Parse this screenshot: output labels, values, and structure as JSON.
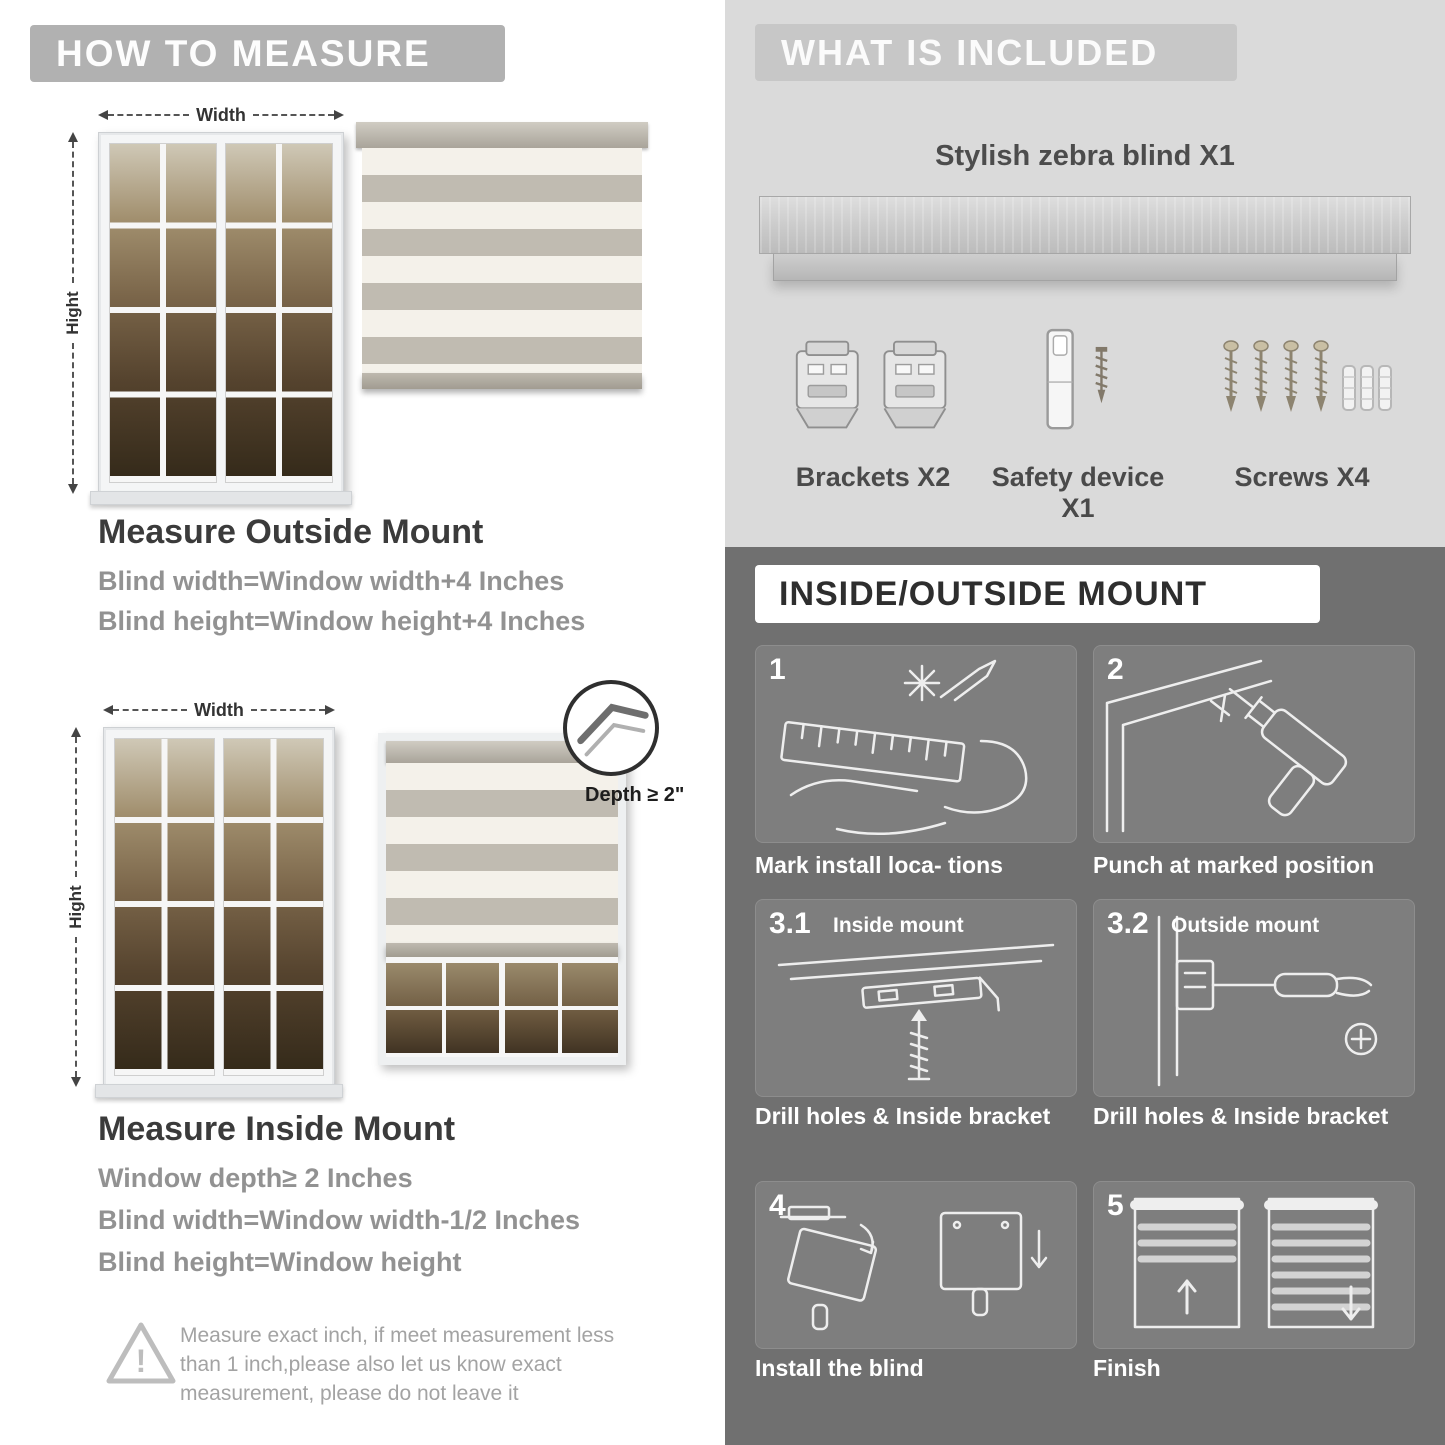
{
  "colors": {
    "header_gray": "#b1b1b1",
    "included_bg": "#dadada",
    "included_header_bg": "#c7c7c7",
    "mount_bg": "#707070",
    "panel_bg": "#7e7e7e",
    "heading_text": "#3b3b3b",
    "muted_text": "#929292"
  },
  "icons": {
    "warning_icon": "triangle-exclamation",
    "arrow_icons": "double-headed-measure-arrows"
  },
  "left": {
    "header": "HOW TO MEASURE",
    "outside": {
      "width_label": "Width",
      "height_label": "Hight",
      "title": "Measure Outside Mount",
      "lines": [
        "Blind width=Window width+4 Inches",
        "Blind height=Window height+4 Inches"
      ]
    },
    "inside": {
      "width_label": "Width",
      "height_label": "Hight",
      "depth_label": "Depth ≥ 2\"",
      "title": "Measure Inside Mount",
      "lines": [
        "Window depth≥ 2 Inches",
        "Blind width=Window width-1/2 Inches",
        "Blind height=Window height"
      ]
    },
    "warning": {
      "icon_glyph": "!",
      "text": "Measure exact inch, if meet measurement less than 1 inch,please also let us know exact measurement, please do not leave it"
    }
  },
  "right": {
    "included": {
      "header": "WHAT IS INCLUDED",
      "blind_label": "Stylish zebra blind X1",
      "item_labels": [
        "Brackets X2",
        "Safety device X1",
        "Screws X4"
      ]
    },
    "mount": {
      "header": "INSIDE/OUTSIDE MOUNT",
      "steps": [
        {
          "num": "1",
          "sublabel": "",
          "caption": "Mark install loca- tions"
        },
        {
          "num": "2",
          "sublabel": "",
          "caption": "Punch at  marked position"
        },
        {
          "num": "3.1",
          "sublabel": "Inside mount",
          "caption": "Drill holes &  Inside bracket"
        },
        {
          "num": "3.2",
          "sublabel": "Outside mount",
          "caption": "Drill holes &  Inside bracket"
        },
        {
          "num": "4",
          "sublabel": "",
          "caption": "Install the blind"
        },
        {
          "num": "5",
          "sublabel": "",
          "caption": "Finish"
        }
      ]
    }
  }
}
